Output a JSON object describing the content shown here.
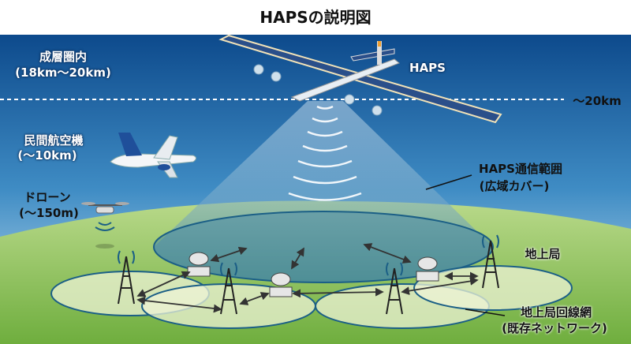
{
  "title": "HAPSの説明図",
  "labels": {
    "stratosphere": "成層圏内",
    "stratosphere_range": "(18km～20km)",
    "haps": "HAPS",
    "altitude_line": "～20km",
    "airliner": "民間航空機",
    "airliner_alt": "(～10km)",
    "drone": "ドローン",
    "drone_alt": "(～150m)",
    "haps_coverage": "HAPS通信範囲",
    "haps_coverage_note": "(広域カバー)",
    "ground_station": "地上局",
    "ground_network": "地上局回線網",
    "ground_network_note": "(既存ネットワーク)"
  },
  "colors": {
    "sky_top": "#0d4a8c",
    "sky_bottom": "#bfe0f2",
    "ground": "#8fc45a",
    "coverage": "#2f6f9a"
  }
}
